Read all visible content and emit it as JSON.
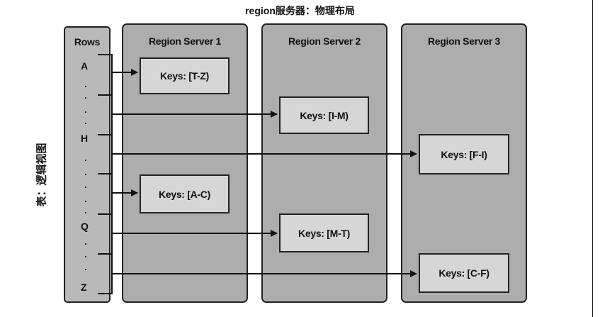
{
  "title": "region服务器：物理布局",
  "side_label": "表：逻辑视图",
  "rows": {
    "header": "Rows",
    "labels": [
      {
        "id": "a",
        "text": "A"
      },
      {
        "id": "h",
        "text": "H"
      },
      {
        "id": "q",
        "text": "Q"
      },
      {
        "id": "z",
        "text": "Z"
      }
    ]
  },
  "servers": [
    {
      "id": "rs1",
      "title": "Region Server 1"
    },
    {
      "id": "rs2",
      "title": "Region Server 2"
    },
    {
      "id": "rs3",
      "title": "Region Server 3"
    }
  ],
  "regions": [
    {
      "server": "rs1",
      "keys": "Keys: [T-Z)"
    },
    {
      "server": "rs2",
      "keys": "Keys: [I-M)"
    },
    {
      "server": "rs3",
      "keys": "Keys: [F-I)"
    },
    {
      "server": "rs1",
      "keys": "Keys: [A-C)"
    },
    {
      "server": "rs2",
      "keys": "Keys: [M-T)"
    },
    {
      "server": "rs3",
      "keys": "Keys: [C-F)"
    }
  ]
}
